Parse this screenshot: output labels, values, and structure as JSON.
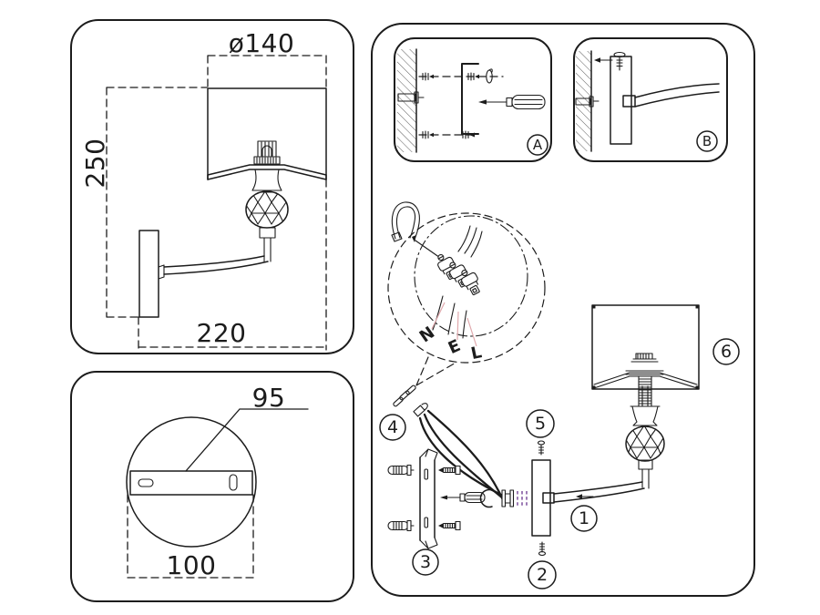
{
  "drawing": {
    "side_view": {
      "diameter_label": "ø140",
      "height_label": "250",
      "width_label": "220"
    },
    "base_view": {
      "bracket_width_label": "95",
      "base_width_label": "100"
    },
    "installation": {
      "step_a_label": "A",
      "step_b_label": "B",
      "wire_labels": {
        "neutral": "N",
        "earth": "E",
        "live": "L"
      },
      "part_labels": {
        "arm": "1",
        "screw_bottom": "2",
        "bracket": "3",
        "wires": "4",
        "screw_top": "5",
        "shade": "6"
      }
    }
  },
  "colors": {
    "line": "#1c1c1c",
    "leader_pink": "#e0a9ad",
    "alignment_purple": "#9d7bb5",
    "background": "#ffffff"
  }
}
